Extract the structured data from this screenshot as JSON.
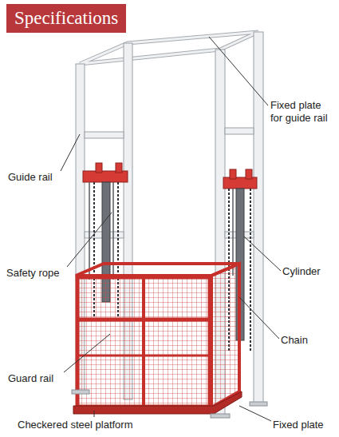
{
  "diagram": {
    "title": "Specifications",
    "labels": [
      "Fixed plate for guide rail",
      "Guide rail",
      "Safety rope",
      "Cylinder",
      "Chain",
      "Guard rail",
      "Checkered steel platform",
      "Fixed plate"
    ]
  }
}
